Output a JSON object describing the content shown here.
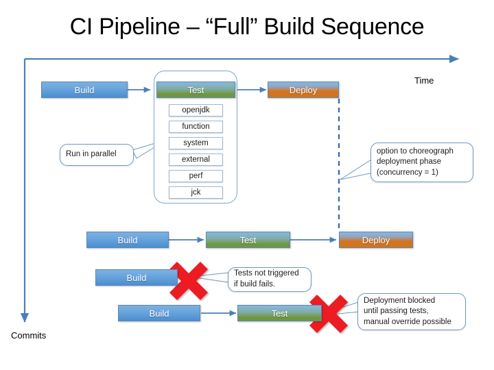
{
  "slide": {
    "title": "CI Pipeline – “Full” Build Sequence",
    "background": "#ffffff"
  },
  "axes": {
    "time_label": "Time",
    "commits_label": "Commits",
    "axis_color": "#4a7ebb"
  },
  "colors": {
    "build": "#4a8fd0",
    "test": "#6f9541",
    "deploy": "#d4731f",
    "arrow": "#4a7ebb",
    "callout_border": "#6f97c2",
    "x_mark": "#ec1c24"
  },
  "rows": [
    {
      "id": "row-full",
      "stages": [
        {
          "name": "build",
          "label": "Build",
          "style": "g-build"
        },
        {
          "name": "test",
          "label": "Test",
          "style": "g-test"
        },
        {
          "name": "deploy",
          "label": "Deploy",
          "style": "g-deploy"
        }
      ]
    },
    {
      "id": "row-second",
      "stages": [
        {
          "name": "build",
          "label": "Build",
          "style": "g-build"
        },
        {
          "name": "test",
          "label": "Test",
          "style": "g-test"
        },
        {
          "name": "deploy",
          "label": "Deploy",
          "style": "g-deploy"
        }
      ]
    },
    {
      "id": "row-build-fails",
      "stages": [
        {
          "name": "build",
          "label": "Build",
          "style": "g-build"
        }
      ]
    },
    {
      "id": "row-test-fails",
      "stages": [
        {
          "name": "build",
          "label": "Build",
          "style": "g-build"
        },
        {
          "name": "test",
          "label": "Test",
          "style": "g-test"
        }
      ]
    }
  ],
  "parallel_tests": {
    "items": [
      {
        "label": "openjdk"
      },
      {
        "label": "function"
      },
      {
        "label": "system"
      },
      {
        "label": "external"
      },
      {
        "label": "perf"
      },
      {
        "label": "jck"
      }
    ]
  },
  "callouts": {
    "run_in_parallel": {
      "lines": [
        "Run in parallel"
      ]
    },
    "choreograph": {
      "lines": [
        "option to choreograph",
        "deployment phase",
        "(concurrency = 1)"
      ]
    },
    "build_fails": {
      "lines": [
        "Tests not triggered",
        "if build fails."
      ]
    },
    "deploy_blocked": {
      "lines": [
        "Deployment blocked",
        "until passing tests,",
        "manual override possible"
      ]
    }
  }
}
